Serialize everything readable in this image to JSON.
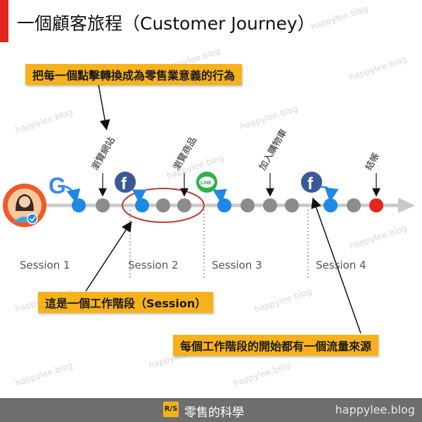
{
  "title": "一個顧客旅程（Customer Journey）",
  "callouts": {
    "top": "把每一個點擊轉換成為零售業意義的行為",
    "session": "這是一個工作階段（Session）",
    "source": "每個工作階段的開始都有一個流量來源"
  },
  "events": {
    "browse_site": "瀏覽網站",
    "browse_product": "瀏覽商品",
    "add_to_cart": "加入購物車",
    "checkout": "結帳"
  },
  "sessions": [
    "Session 1",
    "Session 2",
    "Session 3",
    "Session 4"
  ],
  "source_icons": {
    "google": "G",
    "facebook": "f",
    "line": "LINE"
  },
  "colors": {
    "accent": "#e0261d",
    "callout": "#f7b21b",
    "dot_blue": "#1e88e5",
    "dot_gray": "#8c8c8c",
    "dot_red": "#e3261f",
    "timeline": "#c9c9c9",
    "facebook": "#3b5998",
    "line": "#2bb24c"
  },
  "footer": {
    "logo": "R/S",
    "name": "零售的科學",
    "site": "happylee.blog"
  },
  "watermark": "happylee.blog"
}
